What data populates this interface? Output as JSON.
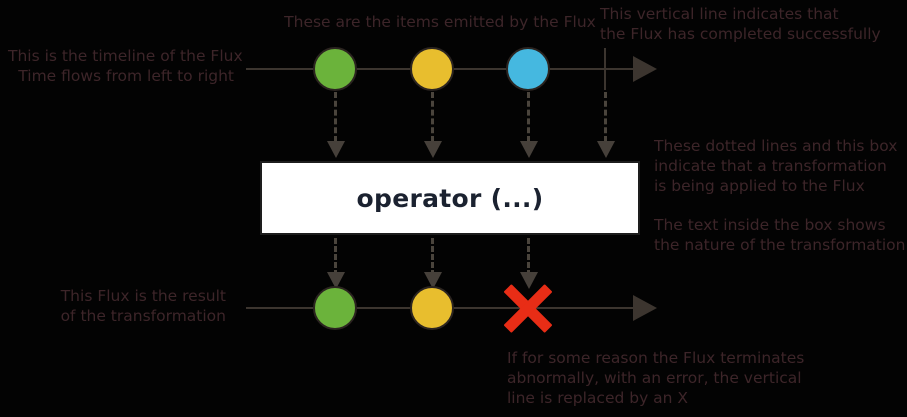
{
  "diagram": {
    "title": "Flux marble diagram",
    "background_color": "#030303",
    "annotation_color": "#3d2529",
    "axis_color": "#3c352f",
    "error_color": "#e82d16"
  },
  "annotations": {
    "timeline": "This is the timeline of the Flux\nTime flows from left to right",
    "items": "These are the items emitted by the Flux",
    "completion": "This vertical line indicates that\nthe Flux has completed successfully",
    "transformation": "These dotted lines and this box\nindicate that a transformation\nis being applied to the Flux",
    "box_text_note": "The text inside the box shows\nthe nature of the transformation",
    "result": "This Flux is the result\nof the transformation",
    "error": "If for some reason the Flux terminates\nabnormally, with an error, the vertical\nline is replaced by an X"
  },
  "operator": {
    "label": "operator (...)",
    "fill": "#ffffff",
    "border": "#1d1d1d"
  },
  "source_timeline": {
    "name": "source-flux",
    "marbles": [
      {
        "name": "marble-green",
        "color": "#6bb33b",
        "label": "green item"
      },
      {
        "name": "marble-yellow",
        "color": "#e8be2e",
        "label": "yellow item"
      },
      {
        "name": "marble-blue",
        "color": "#45b8e0",
        "label": "blue item"
      }
    ],
    "terminator": "completion-line"
  },
  "result_timeline": {
    "name": "result-flux",
    "marbles": [
      {
        "name": "marble-green",
        "color": "#6bb33b",
        "label": "green item"
      },
      {
        "name": "marble-yellow",
        "color": "#e8be2e",
        "label": "yellow item"
      }
    ],
    "terminator": "error-x"
  }
}
